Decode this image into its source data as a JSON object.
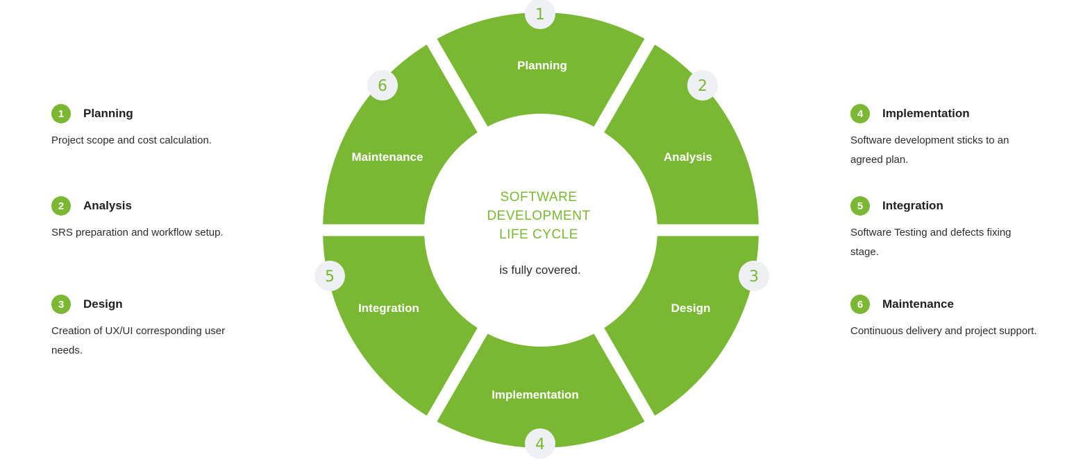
{
  "steps_left": [
    {
      "number": "1",
      "title": "Planning",
      "desc": "Project scope and cost calculation."
    },
    {
      "number": "2",
      "title": "Analysis",
      "desc": "SRS preparation and workflow setup."
    },
    {
      "number": "3",
      "title": "Design",
      "desc": "Creation of UX/UI corresponding user needs."
    }
  ],
  "steps_right": [
    {
      "number": "4",
      "title": "Implementation",
      "desc": "Software development sticks to an agreed plan."
    },
    {
      "number": "5",
      "title": "Integration",
      "desc": "Software Testing and defects fixing stage."
    },
    {
      "number": "6",
      "title": "Maintenance",
      "desc": "Continuous delivery and project support."
    }
  ],
  "cycle": {
    "segments": [
      {
        "number": "1",
        "label": "Planning"
      },
      {
        "number": "2",
        "label": "Analysis"
      },
      {
        "number": "3",
        "label": "Design"
      },
      {
        "number": "4",
        "label": "Implementation"
      },
      {
        "number": "5",
        "label": "Integration"
      },
      {
        "number": "6",
        "label": "Maintenance"
      }
    ],
    "center_title_lines": [
      "SOFTWARE",
      "DEVELOPMENT",
      "LIFE CYCLE"
    ],
    "center_subtitle": "is fully covered."
  },
  "colors": {
    "accent": "#7ab833",
    "badge_bg": "#eef0f3",
    "text_dark": "#1f1f1f"
  }
}
